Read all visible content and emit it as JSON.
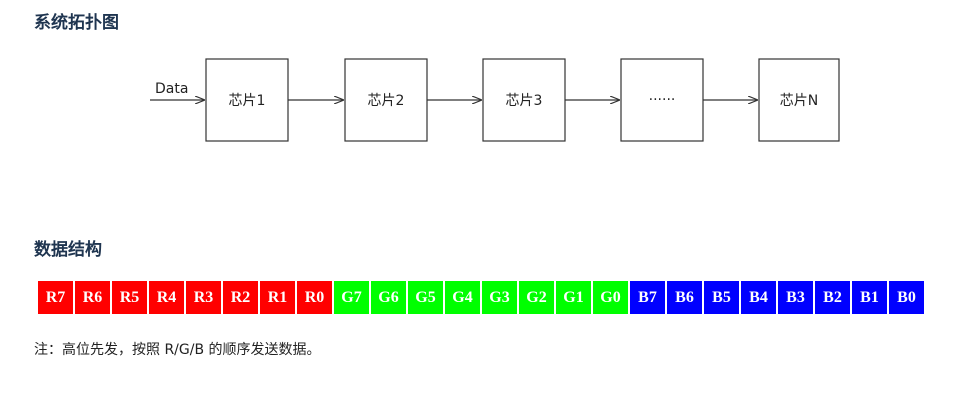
{
  "sections": {
    "topology_title": "系统拓扑图",
    "data_structure_title": "数据结构"
  },
  "topology": {
    "input_label": "Data",
    "chips": [
      "芯片1",
      "芯片2",
      "芯片3",
      "······",
      "芯片N"
    ]
  },
  "data_bits": {
    "red": [
      "R7",
      "R6",
      "R5",
      "R4",
      "R3",
      "R2",
      "R1",
      "R0"
    ],
    "green": [
      "G7",
      "G6",
      "G5",
      "G4",
      "G3",
      "G2",
      "G1",
      "G0"
    ],
    "blue": [
      "B7",
      "B6",
      "B5",
      "B4",
      "B3",
      "B2",
      "B1",
      "B0"
    ],
    "colors": {
      "red": "#ff0000",
      "green": "#00ff00",
      "blue": "#0000ff"
    }
  },
  "note": "注：高位先发，按照 R/G/B 的顺序发送数据。"
}
